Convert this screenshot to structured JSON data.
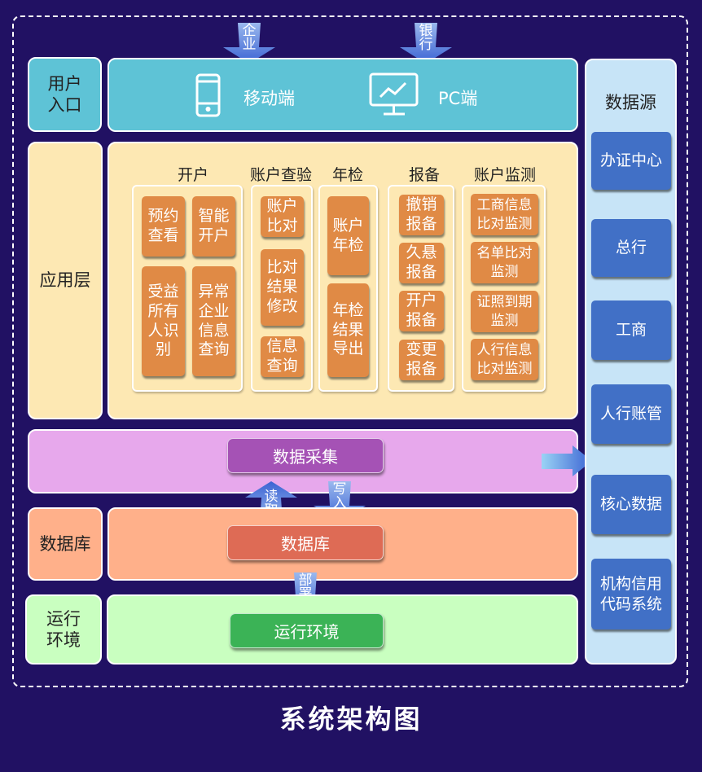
{
  "title": "系统架构图",
  "top_arrows": {
    "enterprise": "企\n业",
    "bank": "银\n行"
  },
  "layers": {
    "entry": "用户\n入口",
    "application": "应用层",
    "database": "数据库",
    "runtime": "运行\n环境"
  },
  "entry_items": {
    "mobile": "移动端",
    "pc": "PC端"
  },
  "modules": [
    {
      "title": "开户",
      "items": [
        "预约\n查看",
        "智能\n开户",
        "受益\n所有\n人识\n别",
        "异常\n企业\n信息\n查询"
      ]
    },
    {
      "title": "账户查验",
      "items": [
        "账户\n比对",
        "比对\n结果\n修改",
        "信息\n查询"
      ]
    },
    {
      "title": "年检",
      "items": [
        "账户\n年检",
        "年检\n结果\n导出"
      ]
    },
    {
      "title": "报备",
      "items": [
        "撤销\n报备",
        "久悬\n报备",
        "开户\n报备",
        "变更\n报备"
      ]
    },
    {
      "title": "账户监测",
      "items": [
        "工商信息\n比对监测",
        "名单比对\n监测",
        "证照到期\n监测",
        "人行信息\n比对监测"
      ]
    }
  ],
  "data_collection": "数据采集",
  "read_label": "读\n取",
  "write_label": "写\n入",
  "database_box": "数据库",
  "deploy_label": "部\n署",
  "runtime_box": "运行环境",
  "data_source": {
    "title": "数据源",
    "items": [
      "办证中心",
      "总行",
      "工商",
      "人行账管",
      "核心数据",
      "机构信用\n代码系统"
    ]
  },
  "colors": {
    "background": "#211163",
    "entry": "#5ec3d6",
    "application": "#fde8b3",
    "function": "#e08a45",
    "collection": "#e7a8ec",
    "collection_pill": "#a552b5",
    "database": "#ffb08a",
    "database_pill": "#de6b55",
    "runtime": "#c9ffc0",
    "runtime_pill": "#3bb356",
    "source_panel": "#c7e4f7",
    "source_item": "#4170c6",
    "arrow": "#3b63d3"
  }
}
